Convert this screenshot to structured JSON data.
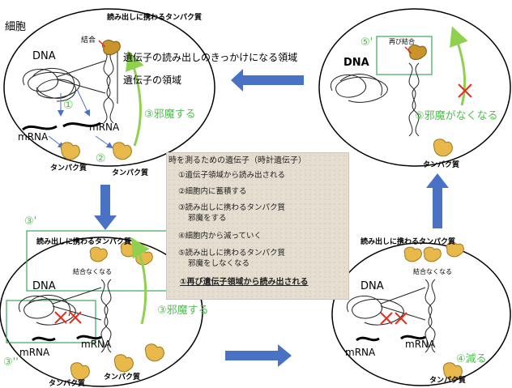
{
  "cell_label": "細胞",
  "top_left": {
    "dna": "DNA",
    "bind": "結合",
    "protein_head": "読み出しに携わるタンパク質",
    "trigger_region": "遺伝子の読み出しのきっかけになる領域",
    "gene_region": "遺伝子の領域",
    "step1": "①",
    "step2": "②",
    "step3": "③邪魔する",
    "mrna_a": "mRNA",
    "mrna_b": "mRNA",
    "protein_a": "タンパク質",
    "protein_b": "タンパク質"
  },
  "top_right": {
    "step5p": "⑤'",
    "rebind": "再び結合",
    "dna": "DNA",
    "step5": "⑤邪魔がなくなる",
    "protein": "タンパク質"
  },
  "bottom_left": {
    "step3p": "③'",
    "protein_head": "読み出しに携わるタンパク質",
    "no_bind": "結合なくなる",
    "dna": "DNA",
    "step3": "③邪魔する",
    "step3pp": "③''",
    "mrna_a": "mRNA",
    "mrna_b": "mRNA",
    "protein_a": "タンパク質",
    "protein_b": "タンパク質"
  },
  "bottom_right": {
    "protein_head": "読み出しに携わるタンパク質",
    "no_bind": "結合なくなる",
    "dna": "DNA",
    "mrna_a": "mRNA",
    "mrna_b": "mRNA",
    "step4": "④減る",
    "protein": "タンパク質"
  },
  "center_box": {
    "title": "時を測るための遺伝子（時計遺伝子）",
    "line1": "①遺伝子領域から読み出される",
    "line2": "②細胞内に蓄積する",
    "line3a": "③読み出しに携わるタンパク質",
    "line3b": "邪魔をする",
    "line4": "④細胞内から減っていく",
    "line5a": "⑤読み出しに携わるタンパク質",
    "line5b": "邪魔をしなくなる",
    "line6": "①再び遺伝子領域から読み出される"
  },
  "colors": {
    "arrow_blue": "#4a72c4",
    "green": "#4fc04f",
    "arrow_green": "#8fd14f",
    "red": "#e03020",
    "protein": "#e8b94a",
    "box_green": "#3aa655"
  }
}
